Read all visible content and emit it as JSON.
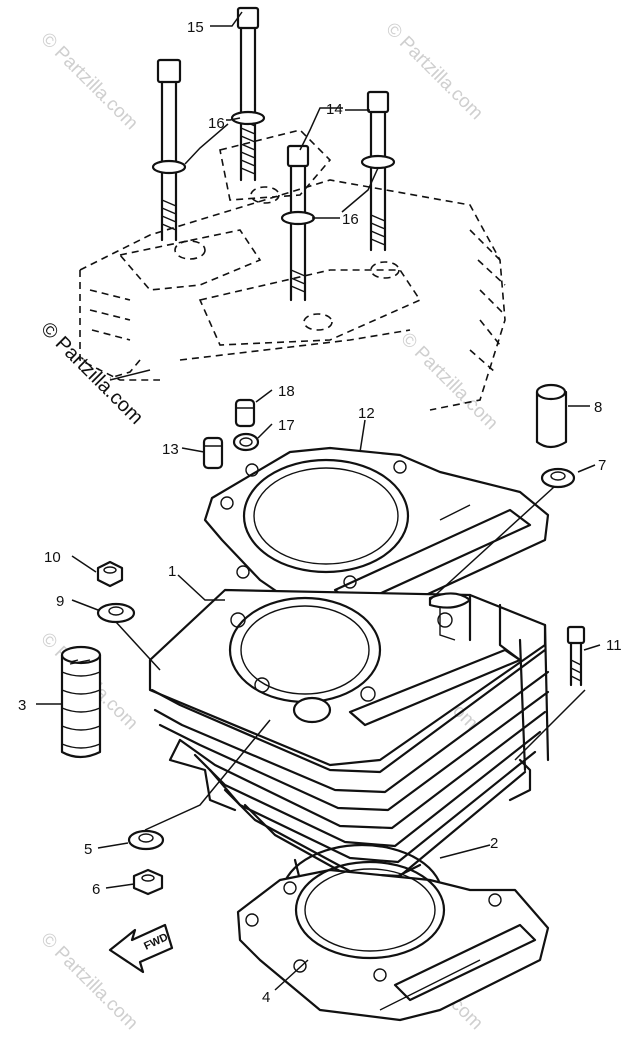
{
  "watermark": {
    "text": "© Partzilla.com",
    "side_text": "© Partzilla.com"
  },
  "fwd_label": "FWD",
  "callouts": [
    {
      "id": "1",
      "label": "1"
    },
    {
      "id": "2",
      "label": "2"
    },
    {
      "id": "3",
      "label": "3"
    },
    {
      "id": "4",
      "label": "4"
    },
    {
      "id": "5",
      "label": "5"
    },
    {
      "id": "6",
      "label": "6"
    },
    {
      "id": "7",
      "label": "7"
    },
    {
      "id": "8",
      "label": "8"
    },
    {
      "id": "9",
      "label": "9"
    },
    {
      "id": "10",
      "label": "10"
    },
    {
      "id": "11",
      "label": "11"
    },
    {
      "id": "12",
      "label": "12"
    },
    {
      "id": "13",
      "label": "13"
    },
    {
      "id": "14",
      "label": "14"
    },
    {
      "id": "15",
      "label": "15"
    },
    {
      "id": "16a",
      "label": "16"
    },
    {
      "id": "16b",
      "label": "16"
    },
    {
      "id": "17",
      "label": "17"
    },
    {
      "id": "18",
      "label": "18"
    }
  ]
}
